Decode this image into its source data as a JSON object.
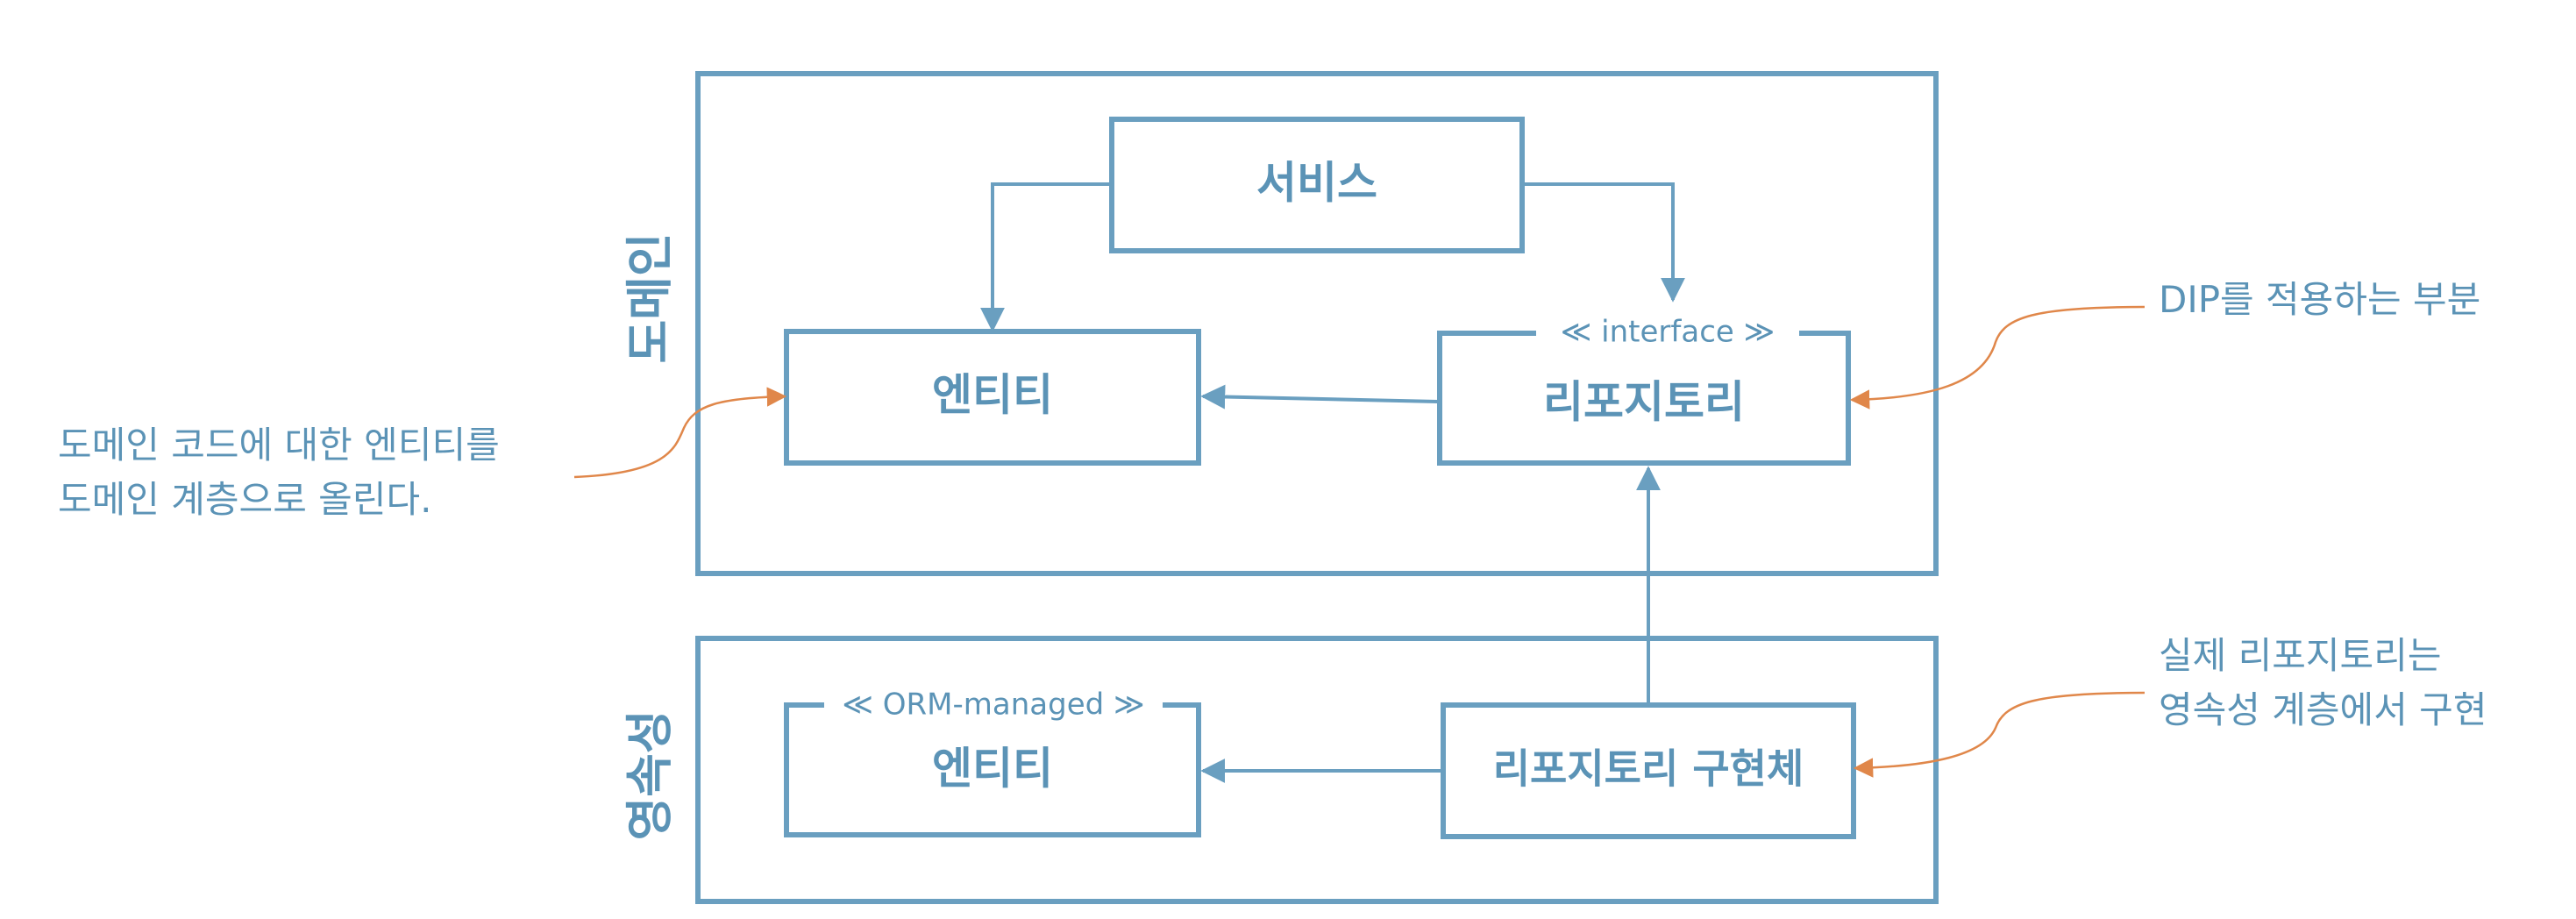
{
  "layers": {
    "domain": {
      "label": "도메인"
    },
    "persistence": {
      "label": "영속성"
    }
  },
  "boxes": {
    "service": {
      "label": "서비스"
    },
    "domain_entity": {
      "label": "엔티티"
    },
    "repository": {
      "label": "리포지토리",
      "stereotype": "≪ interface ≫"
    },
    "persistence_entity": {
      "label": "엔티티",
      "stereotype": "≪ ORM-managed ≫"
    },
    "repository_impl": {
      "label": "리포지토리 구현체"
    }
  },
  "annotations": {
    "left": {
      "line1": "도메인 코드에 대한 엔티티를",
      "line2": "도메인 계층으로 올린다."
    },
    "dip": {
      "text": "DIP를 적용하는 부분"
    },
    "impl": {
      "line1": "실제 리포지토리는",
      "line2": "영속성 계층에서 구현"
    }
  },
  "colors": {
    "primary": "#6a9fc0",
    "text": "#5b93b6",
    "accent": "#e0874a"
  }
}
